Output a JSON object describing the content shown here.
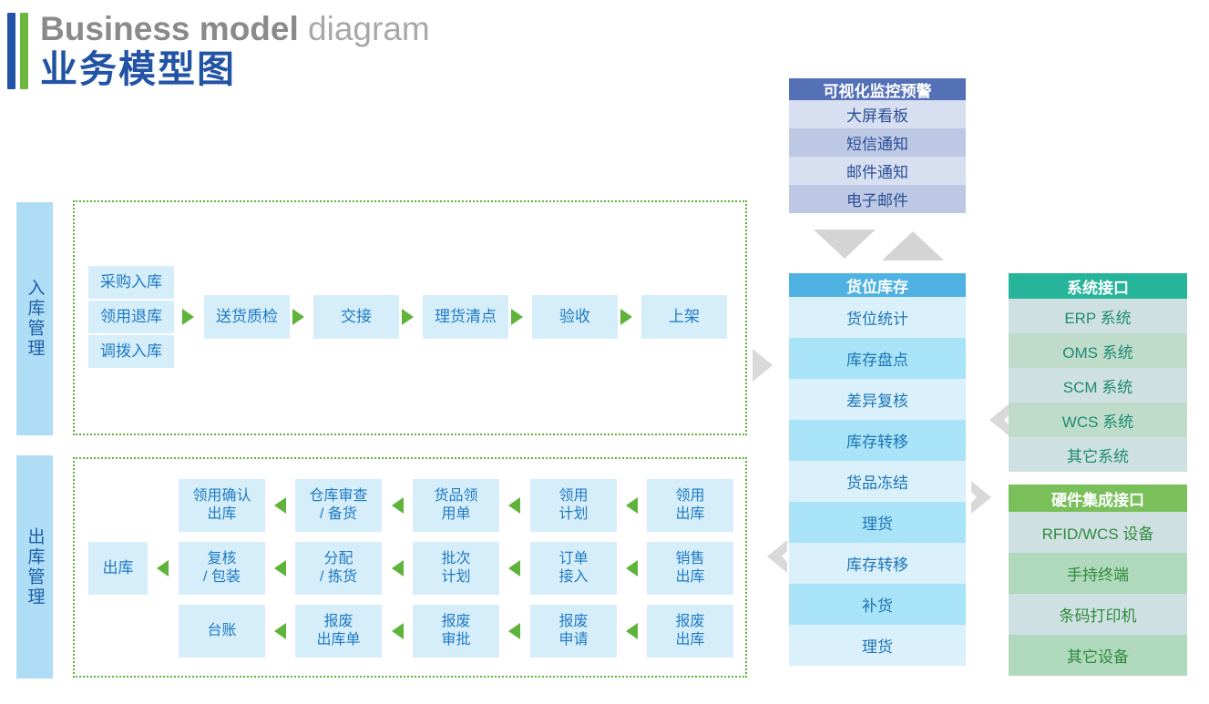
{
  "title": {
    "en_strong": "Business model",
    "en_light": " diagram",
    "cn": "业务模型图",
    "accent_blue": "#2253A4",
    "accent_green": "#6CB83F"
  },
  "sections": {
    "inbound": {
      "label": "入库管理",
      "sources": [
        "采购入库",
        "领用退库",
        "调拨入库"
      ],
      "flow": [
        "送货质检",
        "交接",
        "理货清点",
        "验收",
        "上架"
      ]
    },
    "outbound": {
      "label": "出库管理",
      "exit_box": "出库",
      "rows": [
        {
          "cells": [
            {
              "line1": "领用确认",
              "line2": "出库"
            },
            {
              "line1": "仓库审查",
              "line2": "/ 备货"
            },
            {
              "line1": "货品领",
              "line2": "用单"
            },
            {
              "line1": "领用",
              "line2": "计划"
            },
            {
              "line1": "领用",
              "line2": "出库"
            }
          ]
        },
        {
          "cells": [
            {
              "line1": "复核",
              "line2": "/ 包装"
            },
            {
              "line1": "分配",
              "line2": "/ 拣货"
            },
            {
              "line1": "批次",
              "line2": "计划"
            },
            {
              "line1": "订单",
              "line2": "接入"
            },
            {
              "line1": "销售",
              "line2": "出库"
            }
          ]
        },
        {
          "cells": [
            {
              "line1": "台账",
              "line2": ""
            },
            {
              "line1": "报废",
              "line2": "出库单"
            },
            {
              "line1": "报废",
              "line2": "审批"
            },
            {
              "line1": "报废",
              "line2": "申请"
            },
            {
              "line1": "报废",
              "line2": "出库"
            }
          ]
        }
      ]
    }
  },
  "panels": {
    "monitor": {
      "header": "可视化监控预警",
      "header_color": "#5470B6",
      "rows": [
        "大屏看板",
        "短信通知",
        "邮件通知",
        "电子邮件"
      ]
    },
    "inventory": {
      "header": "货位库存",
      "header_color": "#4FB2E2",
      "rows": [
        "货位统计",
        "库存盘点",
        "差异复核",
        "库存转移",
        "货品冻结",
        "理货",
        "库存转移",
        "补货",
        "理货"
      ]
    },
    "system_interface": {
      "header": "系统接口",
      "header_color": "#26B49A",
      "rows": [
        "ERP 系统",
        "OMS 系统",
        "SCM 系统",
        "WCS 系统",
        "其它系统"
      ]
    },
    "hardware_interface": {
      "header": "硬件集成接口",
      "header_color": "#79C05B",
      "rows": [
        "RFID/WCS 设备",
        "手持终端",
        "条码打印机",
        "其它设备"
      ]
    }
  },
  "connectors": {
    "monitor_down": "down-arrow",
    "monitor_up": "up-arrow",
    "inbound_to_inventory": "right-arrow",
    "inventory_to_outbound": "left-arrow",
    "system_to_inventory": "left-arrow",
    "inventory_to_hardware": "right-arrow",
    "flow_arrow_color": "#5FB33B",
    "block_arrow_color": "#D9D9D9"
  }
}
